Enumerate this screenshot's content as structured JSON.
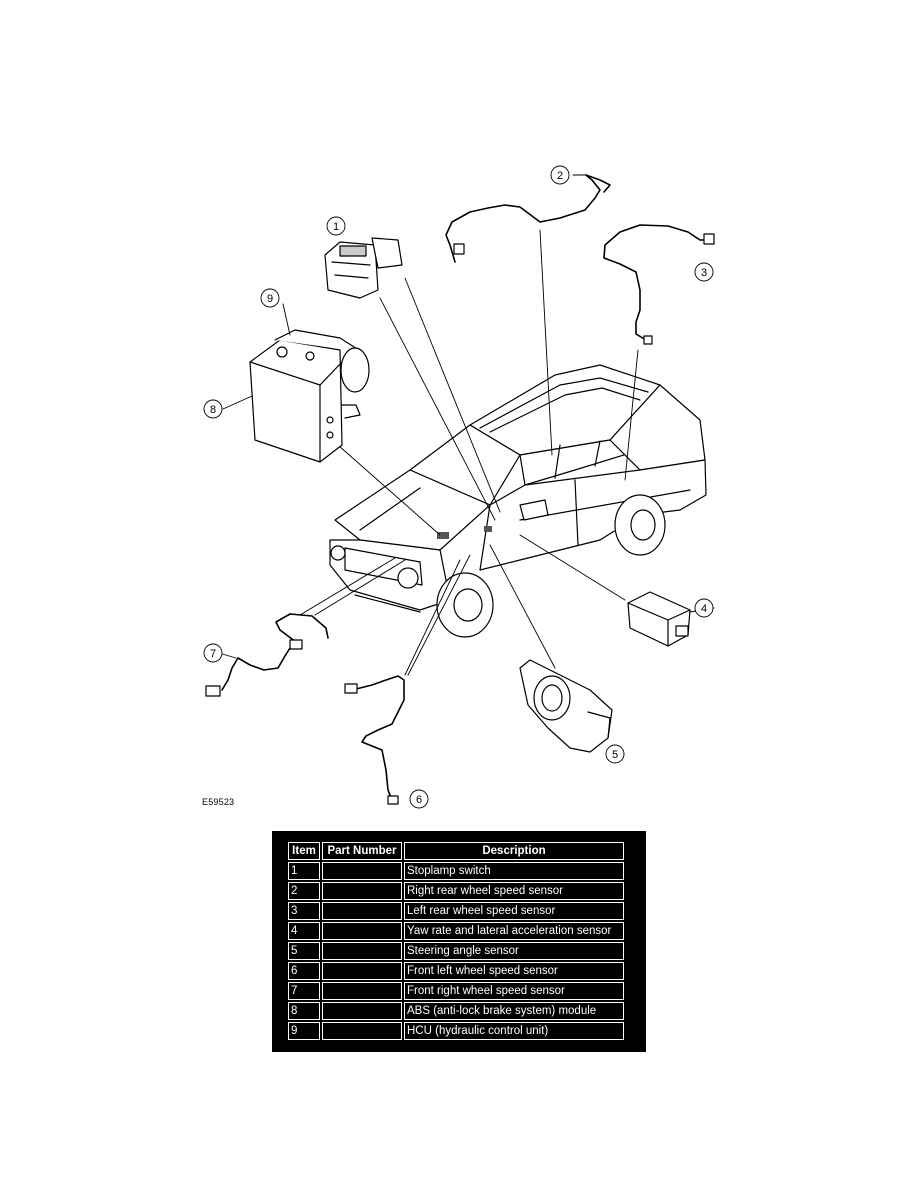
{
  "figure": {
    "id": "E59523",
    "callouts": [
      "1",
      "2",
      "3",
      "4",
      "5",
      "6",
      "7",
      "8",
      "9"
    ]
  },
  "table": {
    "headers": {
      "item": "Item",
      "part_number": "Part Number",
      "description": "Description"
    },
    "rows": [
      {
        "item": "1",
        "part_number": "",
        "description": "Stoplamp switch"
      },
      {
        "item": "2",
        "part_number": "",
        "description": "Right rear wheel speed sensor"
      },
      {
        "item": "3",
        "part_number": "",
        "description": "Left rear wheel speed sensor"
      },
      {
        "item": "4",
        "part_number": "",
        "description": "Yaw rate and lateral acceleration sensor"
      },
      {
        "item": "5",
        "part_number": "",
        "description": "Steering angle sensor"
      },
      {
        "item": "6",
        "part_number": "",
        "description": "Front left wheel speed sensor"
      },
      {
        "item": "7",
        "part_number": "",
        "description": "Front right wheel speed sensor"
      },
      {
        "item": "8",
        "part_number": "",
        "description": "ABS (anti-lock brake system) module"
      },
      {
        "item": "9",
        "part_number": "",
        "description": "HCU (hydraulic control unit)"
      }
    ]
  }
}
